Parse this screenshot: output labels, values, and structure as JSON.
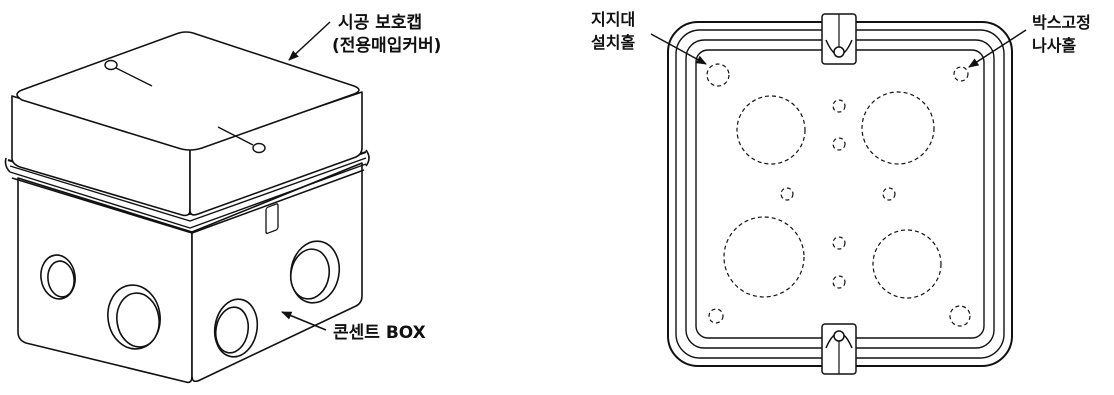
{
  "callouts": {
    "cap_line1": "시공 보호캡",
    "cap_line2": "(전용매입커버)",
    "box": "콘센트 BOX",
    "support_line1": "지지대",
    "support_line2": "설치홀",
    "fix_line1": "박스고정",
    "fix_line2": "나사홀"
  },
  "colors": {
    "line": "#111111",
    "background": "#ffffff"
  }
}
